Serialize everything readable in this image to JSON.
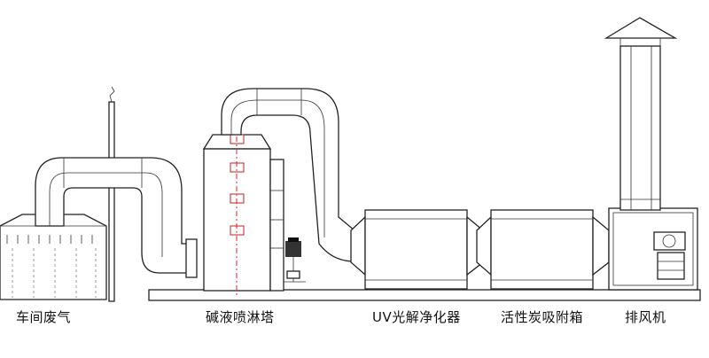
{
  "diagram": {
    "labels": {
      "workshop": "车间废气",
      "scrubber": "碱液喷淋塔",
      "uv": "UV光解净化器",
      "carbon": "活性炭吸附箱",
      "fan": "排风机"
    },
    "colors": {
      "line": "#222222",
      "dashed_axis": "#e02020",
      "background": "#ffffff"
    }
  }
}
